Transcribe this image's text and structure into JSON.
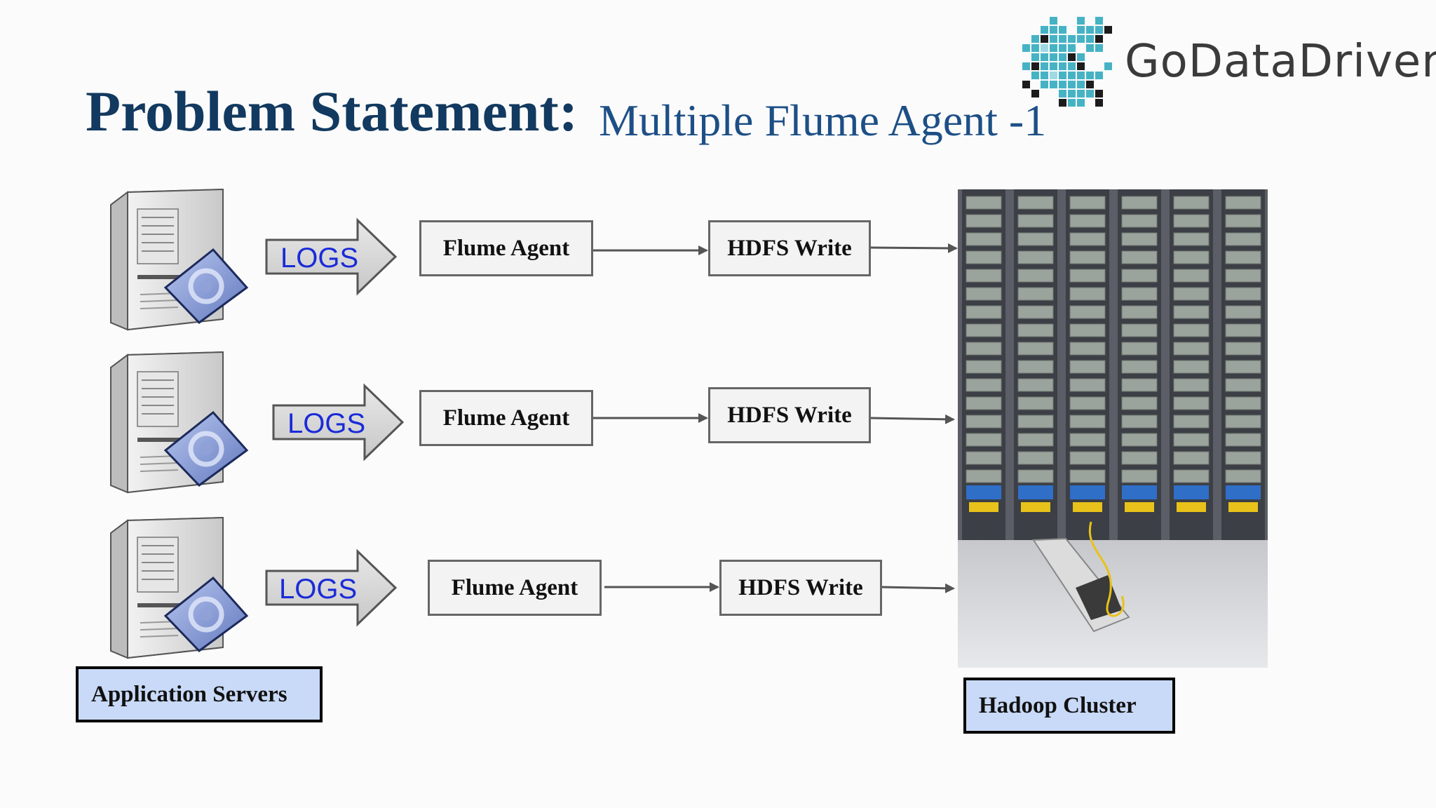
{
  "title": {
    "main": "Problem Statement:",
    "sub": "Multiple Flume Agent -1"
  },
  "logo": {
    "text": "GoDataDriven",
    "colors": [
      "#46b3c5",
      "#1c1c1c",
      "#9fd9e2"
    ]
  },
  "rows": [
    {
      "logs": "LOGS",
      "agent": "Flume Agent",
      "write": "HDFS Write"
    },
    {
      "logs": "LOGS",
      "agent": "Flume Agent",
      "write": "HDFS Write"
    },
    {
      "logs": "LOGS",
      "agent": "Flume Agent",
      "write": "HDFS Write"
    }
  ],
  "labels": {
    "app_servers": "Application Servers",
    "hadoop": "Hadoop Cluster"
  },
  "icons": [
    "server-icon",
    "server-rack-image",
    "logo-mosaic-icon"
  ],
  "colors": {
    "title": "#12395f",
    "subtitle": "#1d4f86",
    "logs_text": "#1a2bd8",
    "label_fill": "#c9daf8",
    "box_fill": "#f3f3f3"
  }
}
